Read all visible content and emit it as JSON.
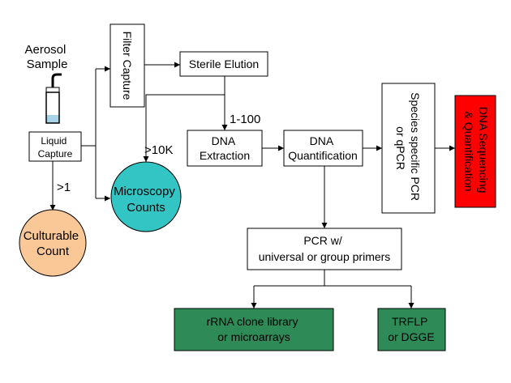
{
  "nodes": {
    "aerosol_sample": [
      "Aerosol",
      "Sample"
    ],
    "liquid_capture": [
      "Liquid",
      "Capture"
    ],
    "filter_capture": "Filter Capture",
    "sterile_elution": "Sterile Elution",
    "dna_extraction": [
      "DNA",
      "Extraction"
    ],
    "dna_quantification": [
      "DNA",
      "Quantification"
    ],
    "species_pcr": [
      "Species specific PCR",
      "or qPCR"
    ],
    "dna_sequencing": [
      "DNA Sequencing",
      "& Quantification"
    ],
    "culturable_count": [
      "Culturable",
      "Count"
    ],
    "microscopy_counts": [
      "Microscopy",
      "Counts"
    ],
    "pcr_universal": [
      "PCR w/",
      "universal or group primers"
    ],
    "rrna_clone": [
      "rRNA clone library",
      "or microarrays"
    ],
    "trflp": [
      "TRFLP",
      "or DGGE"
    ]
  },
  "edge_labels": {
    "gt1": ">1",
    "gt10k": ">10K",
    "range_1_100": "1-100"
  },
  "colors": {
    "culturable_fill": "#f9c896",
    "microscopy_fill": "#33c4c4",
    "sequencing_fill": "#ff0000",
    "green_box_fill": "#2e8b57",
    "vial_liquid": "#a9d3e8"
  }
}
